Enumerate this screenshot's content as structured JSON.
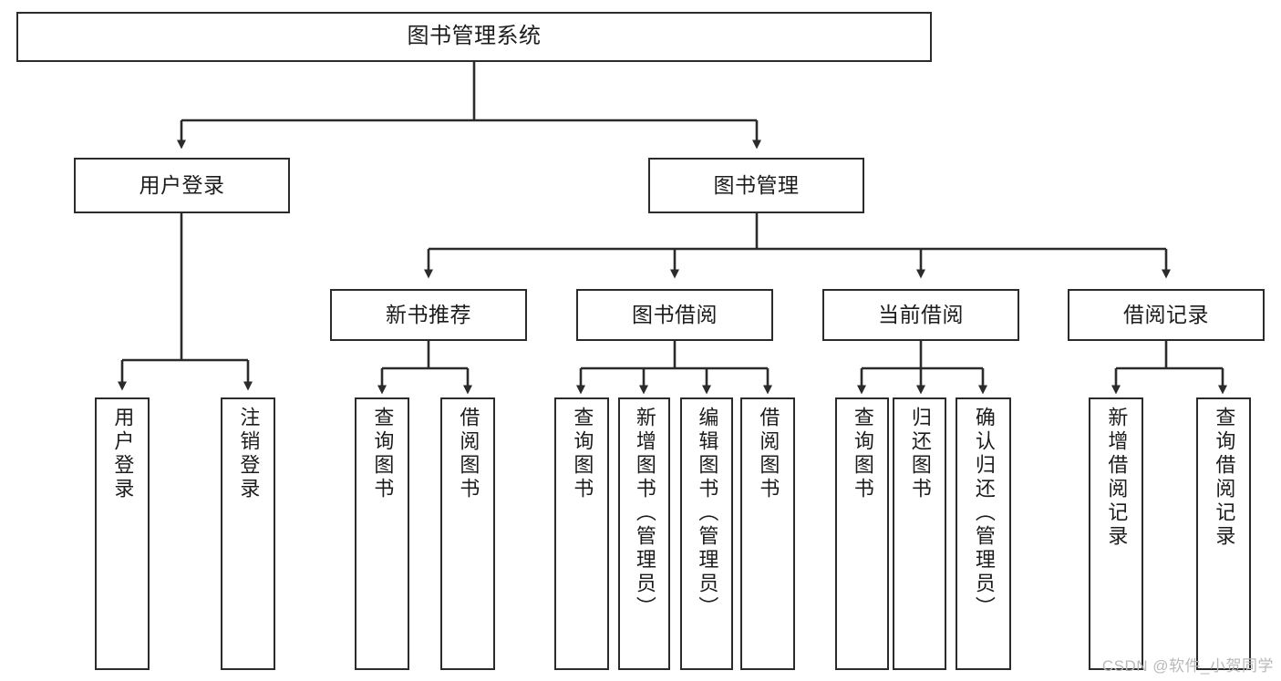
{
  "diagram": {
    "title": "图书管理系统",
    "type": "tree-hierarchy-chart",
    "colors": {
      "node_border": "#2b2b2b",
      "node_fill": "#ffffff",
      "edge": "#2b2b2b",
      "background": "#ffffff",
      "watermark": "#b9b9b9"
    },
    "watermark": "CSDN @软件_小贺同学",
    "nodes": {
      "root": {
        "label": "图书管理系统"
      },
      "level2": [
        {
          "id": "user-login",
          "label": "用户登录"
        },
        {
          "id": "book-manage",
          "label": "图书管理"
        }
      ],
      "level3": [
        {
          "id": "new-book-recommend",
          "label": "新书推荐"
        },
        {
          "id": "book-borrow",
          "label": "图书借阅"
        },
        {
          "id": "current-borrow",
          "label": "当前借阅"
        },
        {
          "id": "borrow-record",
          "label": "借阅记录"
        }
      ],
      "leaves": [
        {
          "id": "leaf-user-login",
          "label": "用户登录",
          "parent": "user-login"
        },
        {
          "id": "leaf-logout-login",
          "label": "注销登录",
          "parent": "user-login"
        },
        {
          "id": "leaf-query-book-1",
          "label": "查询图书",
          "parent": "new-book-recommend"
        },
        {
          "id": "leaf-borrow-book-1",
          "label": "借阅图书",
          "parent": "new-book-recommend"
        },
        {
          "id": "leaf-query-book-2",
          "label": "查询图书",
          "parent": "book-borrow"
        },
        {
          "id": "leaf-add-book-admin",
          "label": "新增图书（管理员）",
          "parent": "book-borrow"
        },
        {
          "id": "leaf-edit-book-admin",
          "label": "编辑图书（管理员）",
          "parent": "book-borrow"
        },
        {
          "id": "leaf-borrow-book-2",
          "label": "借阅图书",
          "parent": "book-borrow"
        },
        {
          "id": "leaf-query-book-3",
          "label": "查询图书",
          "parent": "current-borrow"
        },
        {
          "id": "leaf-return-book",
          "label": "归还图书",
          "parent": "current-borrow"
        },
        {
          "id": "leaf-confirm-return-admin",
          "label": "确认归还（管理员）",
          "parent": "current-borrow"
        },
        {
          "id": "leaf-add-borrow-record",
          "label": "新增借阅记录",
          "parent": "borrow-record"
        },
        {
          "id": "leaf-query-borrow-record",
          "label": "查询借阅记录",
          "parent": "borrow-record"
        }
      ]
    }
  }
}
